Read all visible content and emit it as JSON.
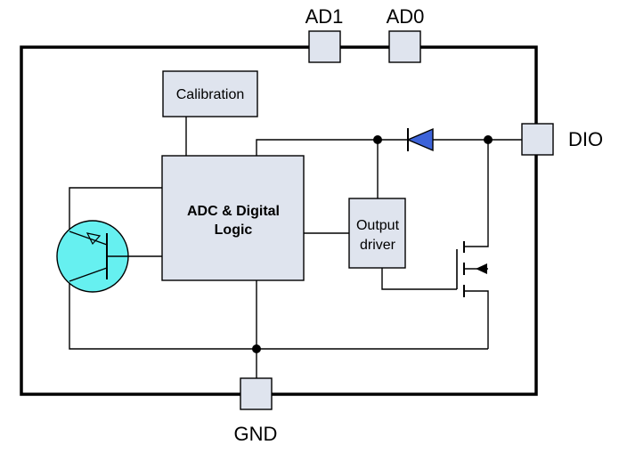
{
  "pins": {
    "ad1": "AD1",
    "ad0": "AD0",
    "dio": "DIO",
    "gnd": "GND"
  },
  "blocks": {
    "calibration": "Calibration",
    "adc_line1": "ADC & Digital",
    "adc_line2": "Logic",
    "output_line1": "Output",
    "output_line2": "driver"
  },
  "colors": {
    "block_fill": "#dfe4ee",
    "transistor_fill": "#66f0f0",
    "diode_fill": "#3d63d9"
  }
}
